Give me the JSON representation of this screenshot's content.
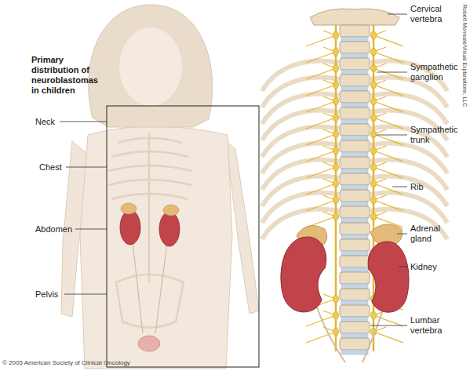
{
  "diagram": {
    "title": "Primary distribution of neuroblastomas in children",
    "labels": [
      "Neck",
      "Chest",
      "Abdomen",
      "Pelvis",
      "Cervical vertebra",
      "Sympathetic ganglion",
      "Sympathetic trunk",
      "Rib",
      "Adrenal gland",
      "Kidney",
      "Lumbar vertebra",
      "© 2005 American Society of Clinical Oncology",
      "Robert Morreale/Visual Explanations, LLC"
    ]
  }
}
